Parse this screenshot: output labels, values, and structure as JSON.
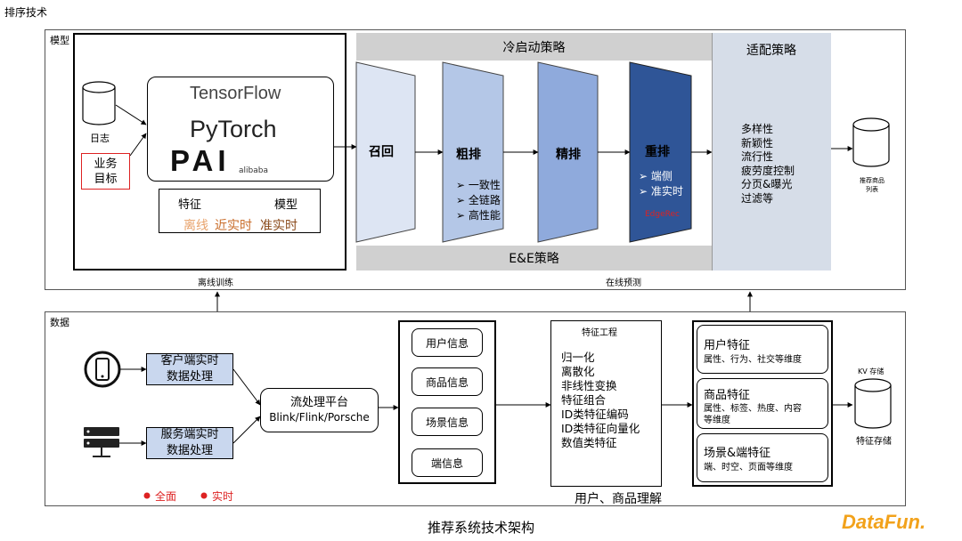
{
  "header": {
    "title": "排序技术"
  },
  "model_section": {
    "label": "模型",
    "left_label": "离线训练",
    "right_label": "在线预测",
    "log_label": "日志",
    "biz_target": [
      "业务",
      "目标"
    ],
    "frameworks": {
      "tensorflow": "TensorFlow",
      "pytorch": "PyTorch",
      "pai": "PAI",
      "pai_sub": "alibaba"
    },
    "feature_box": {
      "feature": "特征",
      "model": "模型",
      "offline": "离线",
      "near_realtime": "近实时",
      "quasi_realtime": "准实时"
    },
    "cold_start": "冷启动策略",
    "ee_strategy": "E&E策略",
    "stages": {
      "recall": "召回",
      "coarse": {
        "title": "粗排",
        "items": [
          "➢ 一致性",
          "➢ 全链路",
          "➢ 高性能"
        ]
      },
      "fine": {
        "title": "精排"
      },
      "rerank": {
        "title": "重排",
        "items": [
          "➢ 端侧",
          "➢ 准实时"
        ],
        "note": "EdgeRec"
      }
    },
    "adapt": {
      "title": "适配策略",
      "items": [
        "多样性",
        "新颖性",
        "流行性",
        "疲劳度控制",
        "分页&曝光",
        "过滤等"
      ]
    },
    "result_db": [
      "推荐商品",
      "列表"
    ]
  },
  "data_section": {
    "label": "数据",
    "client": [
      "客户端实时",
      "数据处理"
    ],
    "server": [
      "服务端实时",
      "数据处理"
    ],
    "stream": {
      "title": "流处理平台",
      "sub": "Blink/Flink/Porsche"
    },
    "info_items": [
      "用户信息",
      "商品信息",
      "场景信息",
      "端信息"
    ],
    "fe": {
      "title": "特征工程",
      "items": [
        "归一化",
        "离散化",
        "非线性变换",
        "特征组合",
        "ID类特征编码",
        "ID类特征向量化",
        "数值类特征"
      ]
    },
    "understand": "用户、商品理解",
    "features": [
      {
        "title": "用户特征",
        "desc": "属性、行为、社交等维度"
      },
      {
        "title": "商品特征",
        "desc": [
          "属性、标签、热度、内容",
          "等维度"
        ]
      },
      {
        "title": "场景&端特征",
        "desc": "端、时空、页面等维度"
      }
    ],
    "kv_label": "KV 存储",
    "store_label": "特征存储",
    "legend": [
      "全面",
      "实时"
    ]
  },
  "footer": {
    "caption": "推荐系统技术架构",
    "brand": "DataFun."
  },
  "colors": {
    "orange": "#e8a36c",
    "orange_dark": "#c96d2a",
    "red": "#d22",
    "stage1": "#dde5f3",
    "stage2": "#b4c7e7",
    "stage3": "#8faadc",
    "stage4": "#2f5597"
  }
}
